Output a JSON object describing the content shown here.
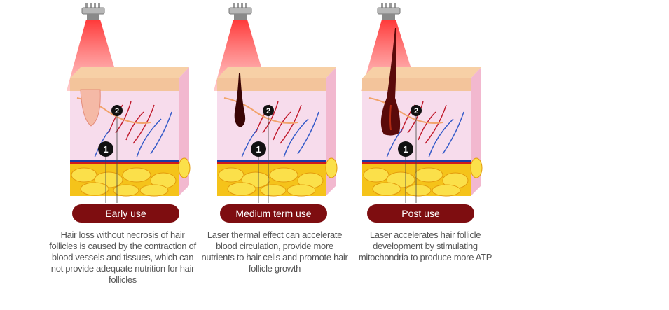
{
  "stages": [
    {
      "label": "Early use",
      "description": "Hair loss without necrosis of hair follicles is caused by the contraction of blood vessels and tissues, which can not provide adequate nutrition for hair follicles",
      "hair": "small"
    },
    {
      "label": "Medium term use",
      "description": "Laser thermal effect can accelerate blood circulation, provide more nutrients to hair cells and promote hair follicle growth",
      "hair": "medium"
    },
    {
      "label": "Post use",
      "description": "Laser accelerates hair follicle development by stimulating mitochondria to produce more ATP",
      "hair": "large"
    }
  ],
  "markers": {
    "first": "1",
    "second": "2"
  },
  "colors": {
    "pill": "#7e0d10",
    "laser": "#ff3b3b",
    "fat": "#f5c31a",
    "dermis": "#f5d4e6",
    "epidermis": "#f3c49b",
    "hair": "#5a0a0a"
  }
}
